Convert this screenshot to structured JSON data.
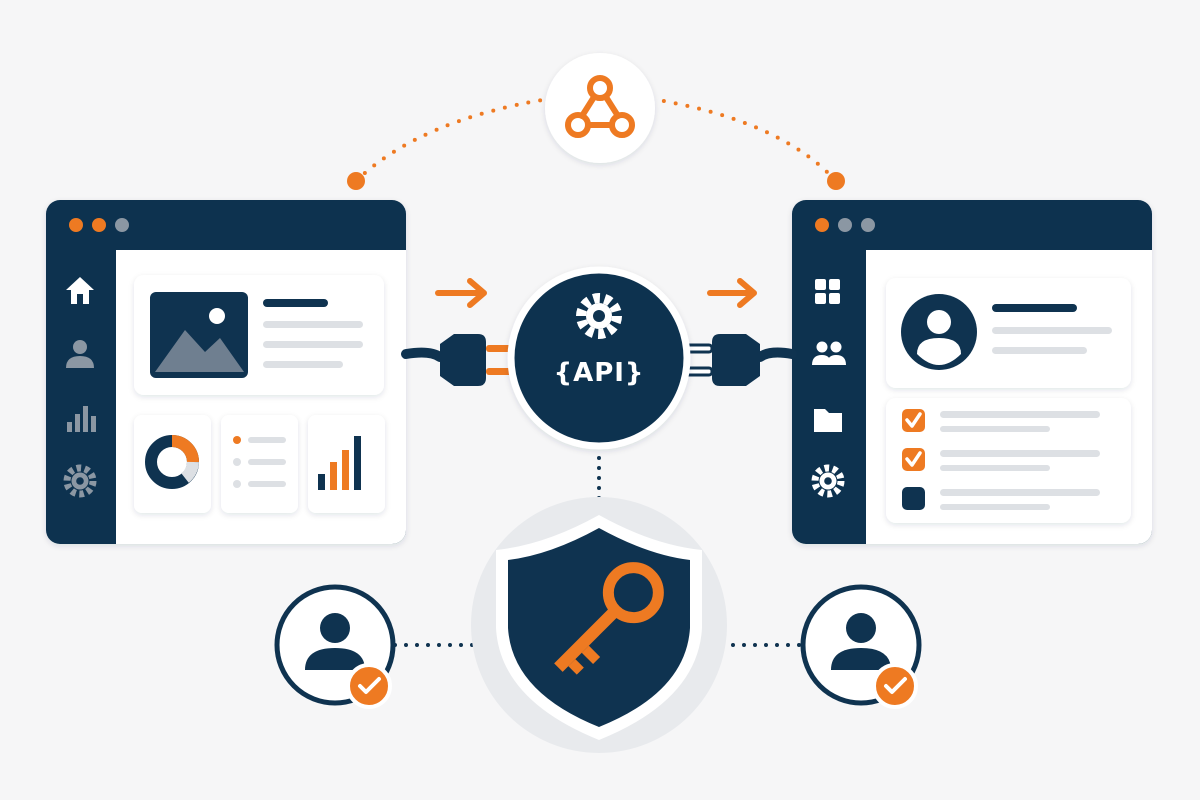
{
  "colors": {
    "navy": "#0f3350",
    "orange": "#ee7a22",
    "gray_line": "#dde0e4",
    "card": "#ffffff",
    "background": "#f6f6f7",
    "muted_icon": "#8b97a3"
  },
  "hub": {
    "label": "{API}",
    "icon": "gear-icon"
  },
  "webhook": {
    "icon": "webhook-icon"
  },
  "security": {
    "icons": [
      "shield-icon",
      "key-icon"
    ]
  },
  "left_app": {
    "window_dots": [
      "orange",
      "orange",
      "gray"
    ],
    "sidebar_icons": [
      "home-icon",
      "user-icon",
      "bar-chart-icon",
      "gear-icon"
    ],
    "widgets": [
      "image-placeholder-icon",
      "donut-chart-icon",
      "bullet-list-icon",
      "bar-chart-icon"
    ]
  },
  "right_app": {
    "window_dots": [
      "orange",
      "gray",
      "gray"
    ],
    "sidebar_icons": [
      "grid-icon",
      "users-icon",
      "folder-icon",
      "gear-icon"
    ],
    "checklist": [
      {
        "checked": true
      },
      {
        "checked": true
      },
      {
        "checked": false
      }
    ]
  },
  "users": [
    {
      "icon": "user-icon",
      "badge": "check-badge-icon"
    },
    {
      "icon": "user-icon",
      "badge": "check-badge-icon"
    }
  ]
}
